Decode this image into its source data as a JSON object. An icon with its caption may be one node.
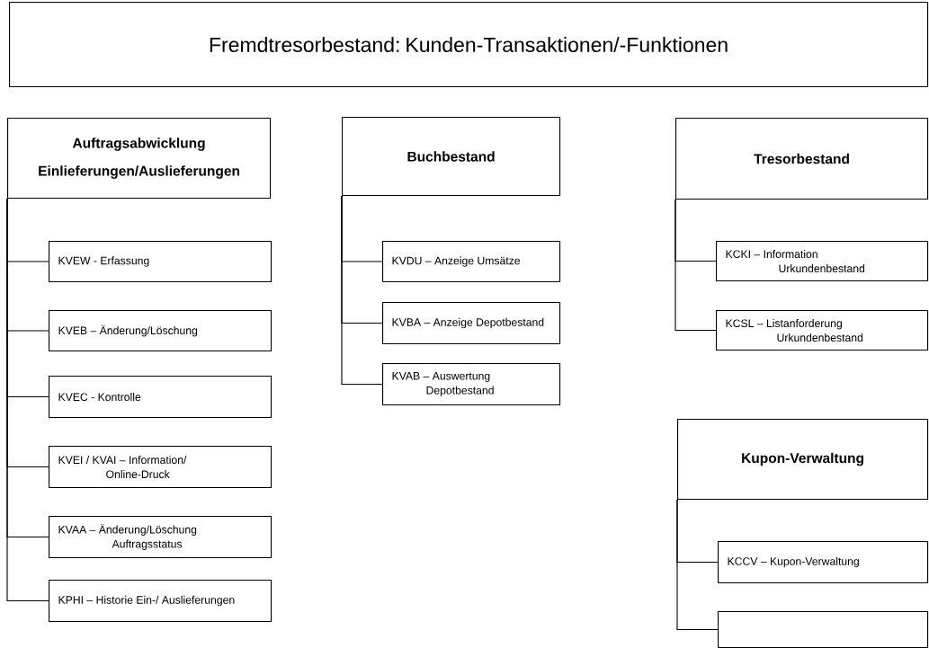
{
  "diagram": {
    "nodes": [
      {
        "text": [
          "Fremdtresorbestand: Kunden-Transaktionen/-Funktionen"
        ]
      },
      {
        "text": [
          "Auftragsabwicklung Einlieferungen/Auslieferungen"
        ]
      },
      {
        "text": [
          "KVEW - Erfassung"
        ]
      },
      {
        "text": [
          "KVEB – Änderung/Löschung"
        ]
      },
      {
        "text": [
          "KVEC - Kontrolle"
        ]
      },
      {
        "text": [
          "KVEI / KVAI – Information/ Online-Druck"
        ]
      },
      {
        "text": [
          "KVAA – Änderung/Löschung Auftragsstatus"
        ]
      },
      {
        "text": [
          "KPHI – Historie Ein-/ Auslieferungen"
        ]
      },
      {
        "text": [
          "Buchbestand"
        ]
      },
      {
        "text": [
          "KVDU – Anzeige Umsätze"
        ]
      },
      {
        "text": [
          "KVBA – Anzeige Depotbestand"
        ]
      },
      {
        "text": [
          "KVAB – Auswertung Depotbestand"
        ]
      },
      {
        "text": [
          "Tresorbestand"
        ]
      },
      {
        "text": [
          "KCKI – Information Urkundenbestand"
        ]
      },
      {
        "text": [
          "KCSL – Listanforderung Urkundenbestand"
        ]
      },
      {
        "text": [
          "Kupon-Verwaltung"
        ]
      },
      {
        "text": [
          "KCCV – Kupon-Verwaltung"
        ]
      },
      {
        "text": [],
        "shape": "box"
      }
    ],
    "edges": [
      {
        "from": 1,
        "to": 2,
        "arrow": "none"
      },
      {
        "from": 1,
        "to": 3,
        "arrow": "none"
      },
      {
        "from": 1,
        "to": 4,
        "arrow": "none"
      },
      {
        "from": 1,
        "to": 5,
        "arrow": "none"
      },
      {
        "from": 1,
        "to": 6,
        "arrow": "none"
      },
      {
        "from": 1,
        "to": 7,
        "arrow": "none"
      },
      {
        "from": 8,
        "to": 9,
        "arrow": "none"
      },
      {
        "from": 8,
        "to": 10,
        "arrow": "none"
      },
      {
        "from": 8,
        "to": 11,
        "arrow": "none"
      },
      {
        "from": 12,
        "to": 13,
        "arrow": "none"
      },
      {
        "from": 12,
        "to": 14,
        "arrow": "none"
      },
      {
        "from": 15,
        "to": 16,
        "arrow": "none"
      },
      {
        "from": 15,
        "to": 17,
        "arrow": "none"
      }
    ]
  }
}
